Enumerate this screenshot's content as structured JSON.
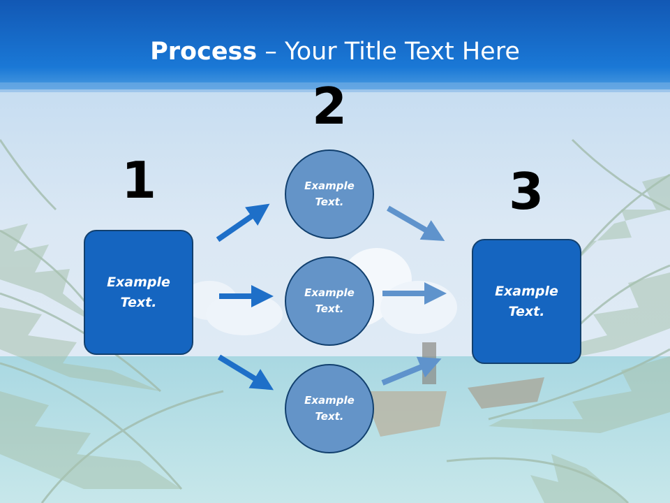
{
  "slide": {
    "title_bold": "Process",
    "title_rest": " – Your Title Text Here"
  },
  "steps": {
    "one": {
      "number": "1",
      "text": "Example\nText."
    },
    "two": {
      "number": "2",
      "circles": [
        {
          "text": "Example\nText."
        },
        {
          "text": "Example\nText."
        },
        {
          "text": "Example\nText."
        }
      ]
    },
    "three": {
      "number": "3",
      "text": "Example\nText."
    }
  },
  "colors": {
    "header": "#1565c0",
    "box": "#1565c0",
    "circle": "#6494c8",
    "arrow_dark": "#1e6fc8",
    "arrow_light": "#5f93cc"
  }
}
